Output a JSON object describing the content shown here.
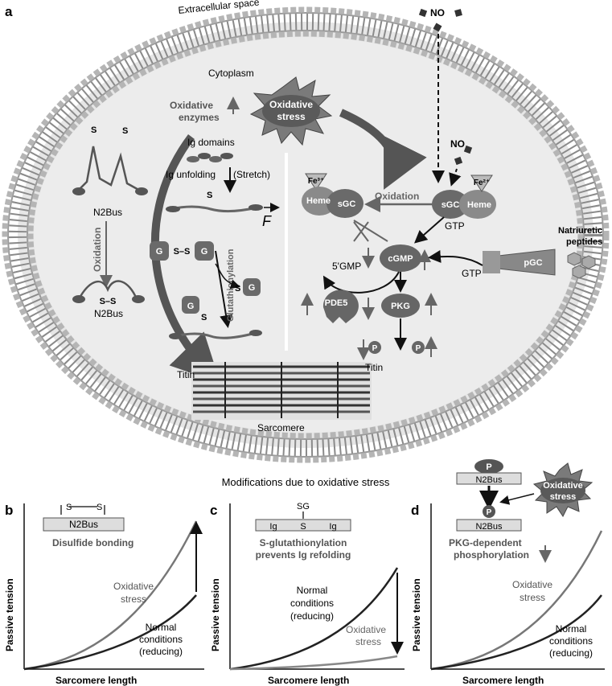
{
  "panel_a": {
    "letter": "a",
    "extracellular": "Extracellular space",
    "cytoplasm": "Cytoplasm",
    "no_top": "NO",
    "no_inner": "NO",
    "oxidative_enzymes": [
      "Oxidative",
      "enzymes"
    ],
    "oxidative_stress": [
      "Oxidative",
      "stress"
    ],
    "ig_domains": "Ig domains",
    "ig_unfolding": "Ig unfolding",
    "stretch": "(Stretch)",
    "force": "F",
    "n2bus_top": "N2Bus",
    "n2bus_bottom": "N2Bus",
    "oxidation_left": "Oxidation",
    "s": "S",
    "ss": "S–S",
    "g": "G",
    "glutathionylation": "Glutathionylation",
    "titin_left": "Titin",
    "sarcomere": "Sarcomere",
    "fe3": "Fe³⁺",
    "fe2": "Fe²⁺",
    "heme": "Heme",
    "sgc": "sGC",
    "oxidation_right": "Oxidation",
    "gtp": "GTP",
    "cgmp": "cGMP",
    "gmp5": "5'GMP",
    "pde5": "PDE5",
    "pkg": "PKG",
    "pgc": "pGC",
    "natriuretic": [
      "Natriuretic",
      "peptides"
    ],
    "p": "P",
    "titin_right": "Titin"
  },
  "caption": "Modifications due to oxidative stress",
  "panel_b": {
    "letter": "b",
    "label": "Disulfide bonding",
    "box": "N2Bus",
    "s_left": "S",
    "s_right": "S",
    "ylabel": "Passive tension",
    "xlabel": "Sarcomere length",
    "upper_curve": [
      "Oxidative",
      "stress"
    ],
    "lower_curve": [
      "Normal",
      "conditions",
      "(reducing)"
    ]
  },
  "panel_c": {
    "letter": "c",
    "sg": "SG",
    "s": "S",
    "ig_left": "Ig",
    "ig_right": "Ig",
    "label": [
      "S-glutathionylation",
      "prevents Ig refolding"
    ],
    "ylabel": "Passive tension",
    "xlabel": "Sarcomere length",
    "upper_curve": [
      "Normal",
      "conditions",
      "(reducing)"
    ],
    "lower_curve": [
      "Oxidative",
      "stress"
    ]
  },
  "panel_d": {
    "letter": "d",
    "p_top": "P",
    "p_bottom": "P",
    "box_top": "N2Bus",
    "box_bottom": "N2Bus",
    "stress": [
      "Oxidative",
      "stress"
    ],
    "label": [
      "PKG-dependent",
      "phosphorylation"
    ],
    "ylabel": "Passive tension",
    "xlabel": "Sarcomere length",
    "upper_curve": [
      "Oxidative",
      "stress"
    ],
    "lower_curve": [
      "Normal",
      "conditions",
      "(reducing)"
    ]
  }
}
